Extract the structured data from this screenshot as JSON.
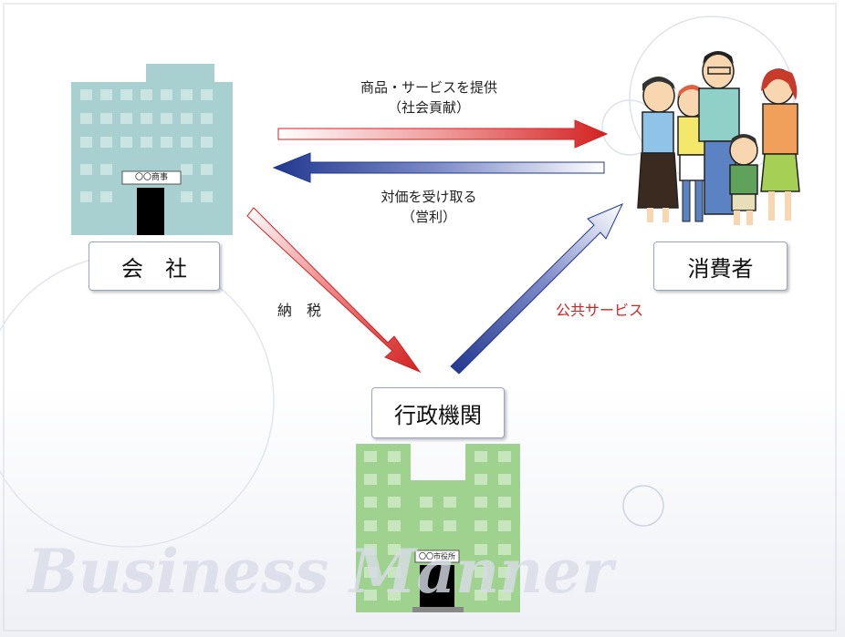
{
  "company": {
    "label": "会　社",
    "sign": "〇〇商事"
  },
  "consumer": {
    "label": "消費者"
  },
  "government": {
    "label": "行政機関",
    "sign": "〇〇市役所"
  },
  "flows": {
    "provide": {
      "line1": "商品・サービスを提供",
      "line2": "（社会貢献）"
    },
    "payment": {
      "line1": "対価を受け取る",
      "line2": "（営利）"
    },
    "tax": {
      "label": "納　税"
    },
    "public_service": {
      "label": "公共サービス",
      "color": "#d32222"
    }
  },
  "watermark": {
    "text": "Business Manner"
  },
  "colors": {
    "company_building": "#a8d0d0",
    "government_building": "#9fd28f",
    "arrow_red": "#d32222",
    "arrow_blue": "#22388f"
  }
}
